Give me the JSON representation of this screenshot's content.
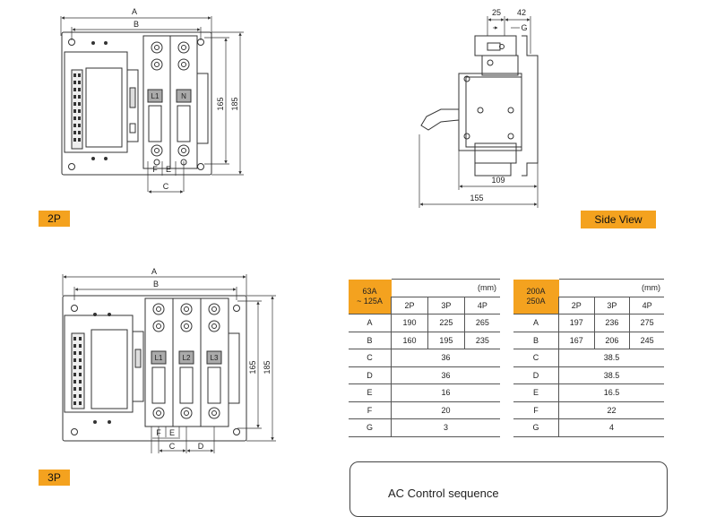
{
  "labels": {
    "two_pole": "2P",
    "three_pole": "3P",
    "side_view": "Side View"
  },
  "dims_2p": {
    "a": "A",
    "b": "B",
    "h165": "165",
    "h185": "185",
    "f": "F",
    "e": "E",
    "c": "C"
  },
  "dims_3p": {
    "a": "A",
    "b": "B",
    "h165": "165",
    "h185": "185",
    "f": "F",
    "e": "E",
    "c": "C",
    "d": "D"
  },
  "dims_side": {
    "d25": "25",
    "d42": "42",
    "g": "G",
    "d109": "109",
    "d155": "155"
  },
  "terminals_2p": [
    "L1",
    "N"
  ],
  "terminals_3p": [
    "L1",
    "L2",
    "L3"
  ],
  "table1": {
    "rating": [
      "63A",
      "~ 125A"
    ],
    "unit": "(mm)",
    "poles": [
      "2P",
      "3P",
      "4P"
    ],
    "rows": [
      {
        "dim": "A",
        "values": [
          "190",
          "225",
          "265"
        ]
      },
      {
        "dim": "B",
        "values": [
          "160",
          "195",
          "235"
        ]
      },
      {
        "dim": "C",
        "value": "36"
      },
      {
        "dim": "D",
        "value": "36"
      },
      {
        "dim": "E",
        "value": "16"
      },
      {
        "dim": "F",
        "value": "20"
      },
      {
        "dim": "G",
        "value": "3"
      }
    ]
  },
  "table2": {
    "rating": [
      "200A",
      "250A"
    ],
    "unit": "(mm)",
    "poles": [
      "2P",
      "3P",
      "4P"
    ],
    "rows": [
      {
        "dim": "A",
        "values": [
          "197",
          "236",
          "275"
        ]
      },
      {
        "dim": "B",
        "values": [
          "167",
          "206",
          "245"
        ]
      },
      {
        "dim": "C",
        "value": "38.5"
      },
      {
        "dim": "D",
        "value": "38.5"
      },
      {
        "dim": "E",
        "value": "16.5"
      },
      {
        "dim": "F",
        "value": "22"
      },
      {
        "dim": "G",
        "value": "4"
      }
    ]
  },
  "panel": {
    "title": "AC Control sequence"
  },
  "colors": {
    "accent": "#f4a21f",
    "line": "#333333"
  }
}
